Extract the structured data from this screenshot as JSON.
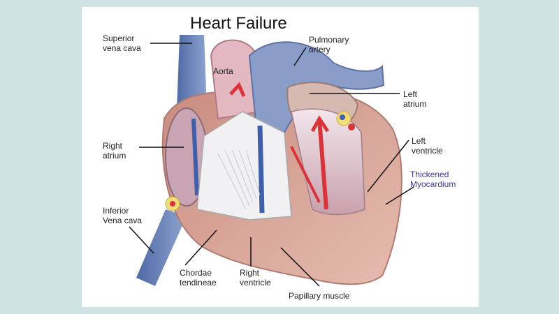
{
  "title": "Heart Failure",
  "labels": {
    "superior_vena_cava": "Superior\nvena cava",
    "aorta": "Aorta",
    "pulmonary_artery": "Pulmonary\nartery",
    "left_atrium": "Left\natrium",
    "right_atrium": "Right\natrium",
    "left_ventricle": "Left\nventricle",
    "thickened_myocardium": "Thickened\nMyocardium",
    "inferior_vena_cava": "Inferior\nVena cava",
    "chordae_tendineae": "Chordae\ntendineae",
    "right_ventricle": "Right\nventricle",
    "papillary_muscle": "Papillary muscle"
  },
  "colors": {
    "background": "#cfe4e2",
    "myocardium": "#d9a79a",
    "vein_blue": "#6e86b8",
    "artery_red": "#d9343a",
    "label_highlight": "#3a3a9a"
  }
}
